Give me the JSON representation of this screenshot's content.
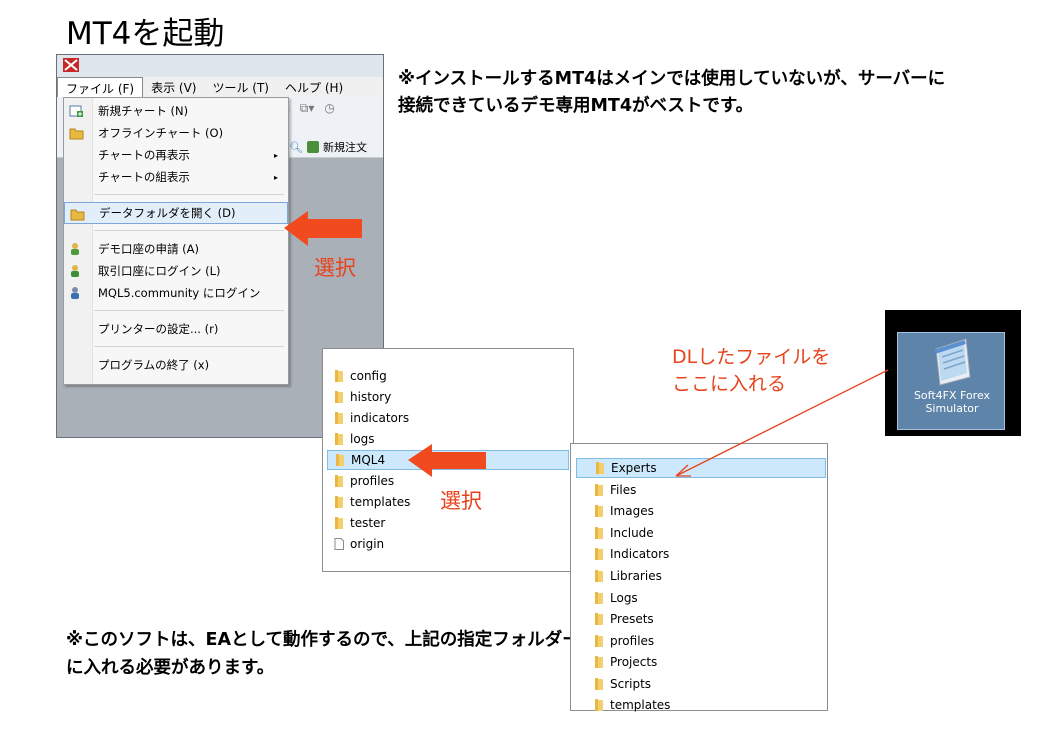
{
  "title": "MT4を起動",
  "note_top": "※インストールするMT4はメインでは使用していないが、サーバーに接続できているデモ専用MT4がベストです。",
  "note_bottom": "※このソフトは、EAとして動作するので、上記の指定フォルダーに入れる必要があります。",
  "menubar": [
    "ファイル (F)",
    "表示 (V)",
    "ツール (T)",
    "ヘルプ (H)"
  ],
  "toolbar": {
    "new_order": "新規注文"
  },
  "file_menu": [
    {
      "label": "新規チャート (N)",
      "icon": "new-chart-icon"
    },
    {
      "label": "オフラインチャート (O)",
      "icon": "open-folder-icon"
    },
    {
      "label": "チャートの再表示",
      "submenu": true
    },
    {
      "label": "チャートの組表示",
      "submenu": true
    },
    {
      "label": "データフォルダを開く (D)",
      "icon": "folder-icon",
      "highlighted": true
    },
    {
      "label": "デモ口座の申請 (A)",
      "icon": "user-add-icon"
    },
    {
      "label": "取引口座にログイン (L)",
      "icon": "user-login-icon"
    },
    {
      "label": "MQL5.community にログイン",
      "icon": "community-icon"
    },
    {
      "label": "プリンターの設定... (r)"
    },
    {
      "label": "プログラムの終了 (x)"
    }
  ],
  "data_folder": {
    "items": [
      "config",
      "history",
      "indicators",
      "logs",
      "MQL4",
      "profiles",
      "templates",
      "tester",
      "origin"
    ],
    "selected": "MQL4"
  },
  "mql4_folder": {
    "items": [
      "Experts",
      "Files",
      "Images",
      "Include",
      "Indicators",
      "Libraries",
      "Logs",
      "Presets",
      "profiles",
      "Projects",
      "Scripts",
      "templates"
    ],
    "selected": "Experts"
  },
  "annotations": {
    "select_1": "選択",
    "select_2": "選択",
    "dl_note": "DLしたファイルを\nここに入れる"
  },
  "desktop_icon": {
    "label": "Soft4FX Forex Simulator"
  },
  "colors": {
    "accent_red": "#e8431d",
    "arrow_red": "#f04a1e",
    "folder": "#e9b840"
  }
}
